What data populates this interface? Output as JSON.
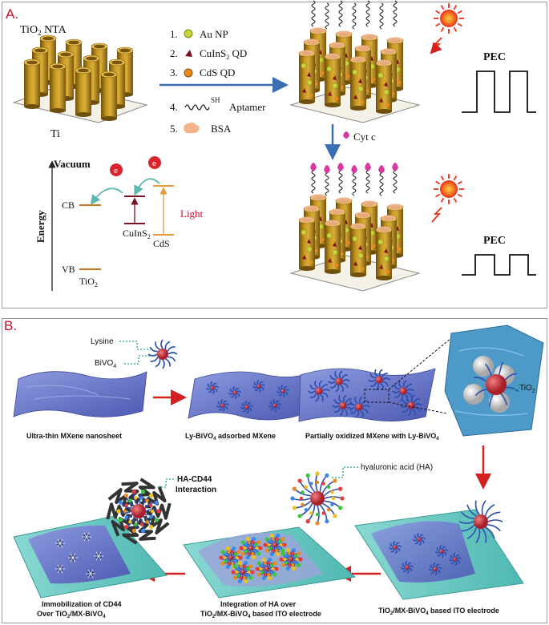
{
  "panel_a": {
    "label": "A.",
    "tio2_nta": "TiO",
    "tio2_nta_sub": "2",
    "tio2_nta_tail": " NTA",
    "ti_label": "Ti",
    "steps": [
      {
        "num": "1.",
        "label": "Au NP",
        "sub": ""
      },
      {
        "num": "2.",
        "label": "CuInS",
        "sub": "2",
        "tail": " QD"
      },
      {
        "num": "3.",
        "label": "CdS QD",
        "sub": ""
      },
      {
        "num": "4.",
        "label": "Aptamer",
        "sup": "SH"
      },
      {
        "num": "5.",
        "label": "BSA",
        "sub": ""
      }
    ],
    "cytc": "Cyt c",
    "pec_top": "PEC",
    "pec_bottom": "PEC",
    "energy": {
      "vacuum": "Vacuum",
      "axis": "Energy",
      "cb": "CB",
      "vb": "VB",
      "tio2": "TiO",
      "tio2_sub": "2",
      "cuins2": "CuInS",
      "cuins2_sub": "2",
      "cds": "CdS",
      "light": "Light",
      "electron": "e"
    },
    "colors": {
      "tube": "#b78a19",
      "tube_dark": "#8a6410",
      "arrow": "#3a6fb3",
      "red_label": "#c8102e",
      "cb_line": "#c8761c",
      "cuins2_line": "#7a1020",
      "cds_line": "#e89a3c",
      "pink": "#d63aa0"
    }
  },
  "panel_b": {
    "label": "B.",
    "lysine": "Lysine",
    "bivo4": "BiVO",
    "bivo4_sub": "4",
    "tio2": "TiO",
    "tio2_sub": "2",
    "ha": "hyaluronic acid (HA)",
    "ha_cd44_1": "HA-CD44",
    "ha_cd44_2": "Interaction",
    "caption_1": "Ultra-thin MXene nanosheet",
    "caption_2a": "Ly-BiVO",
    "caption_2sub": "4",
    "caption_2b": " adsorbed MXene",
    "caption_3a": "Partially oxidized MXene with Ly-BiVO",
    "caption_3sub": "4",
    "caption_4a": "TiO",
    "caption_4sub": "2",
    "caption_4b": "/MX-BiVO",
    "caption_4sub2": "4",
    "caption_4c": " based ITO electrode",
    "caption_5_line1": "Integration of HA over",
    "caption_5_line2a": "TiO",
    "caption_5_line2sub": "2",
    "caption_5_line2b": "/MX-BiVO",
    "caption_5_line2sub2": "4",
    "caption_5_line2c": " based ITO electrode",
    "caption_6_line1": "Immobilization of CD44",
    "caption_6_line2a": "Over TiO",
    "caption_6_line2sub": "2",
    "caption_6_line2b": "/MX-BiVO",
    "caption_6_line2sub2": "4",
    "colors": {
      "sheet": "#6f7fd0",
      "sheet_dark": "#4a57a8",
      "ito": "#6cc8c4",
      "arrow": "#d42020",
      "dotted": "#1aa67a",
      "np": "#c0303a"
    }
  }
}
